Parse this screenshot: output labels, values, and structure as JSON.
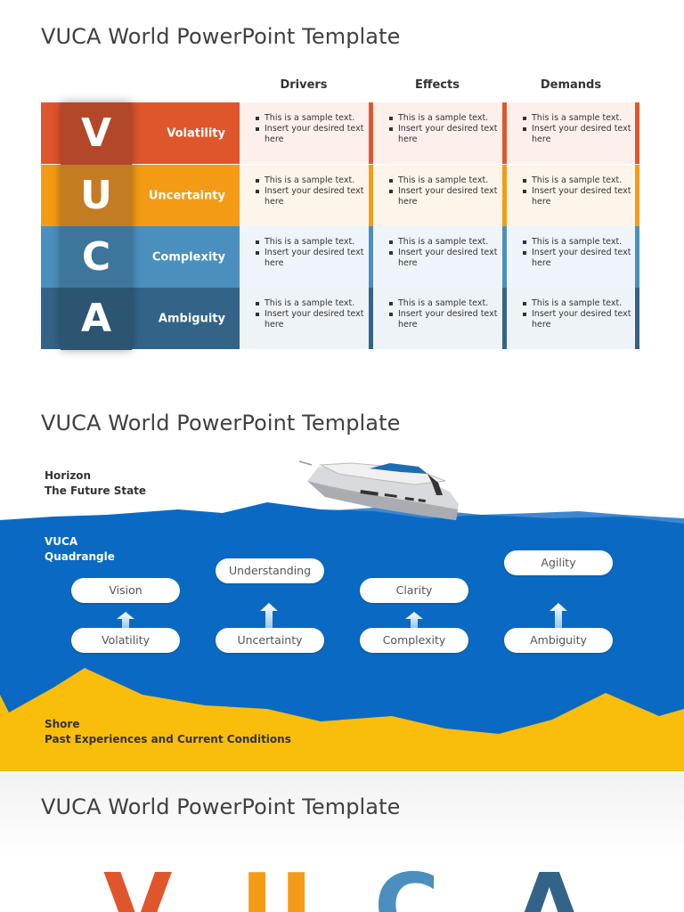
{
  "slide1": {
    "title": "VUCA World PowerPoint Template",
    "columns": [
      "Drivers",
      "Effects",
      "Demands"
    ],
    "rows": [
      {
        "letter": "V",
        "label": "Volatility",
        "color": "#e0562c",
        "tint": "#fdf0ec",
        "letter_bg": "#b3472a"
      },
      {
        "letter": "U",
        "label": "Uncertainty",
        "color": "#f49b16",
        "tint": "#fef5ea",
        "letter_bg": "#c47c23"
      },
      {
        "letter": "C",
        "label": "Complexity",
        "color": "#4a8fbe",
        "tint": "#eef4f9",
        "letter_bg": "#3e759b"
      },
      {
        "letter": "A",
        "label": "Ambiguity",
        "color": "#336487",
        "tint": "#eef3f7",
        "letter_bg": "#2c5572"
      }
    ],
    "bullets": [
      "This is a sample text.",
      "Insert your desired text here"
    ]
  },
  "slide2": {
    "title": "VUCA World PowerPoint Template",
    "horizon_label": "Horizon",
    "horizon_sub": "The Future State",
    "vuca_label": "VUCA",
    "vuca_sub": "Quadrangle",
    "shore_label": "Shore",
    "shore_sub": "Past Experiences and Current Conditions",
    "pairs": [
      {
        "top": "Vision",
        "bottom": "Volatility"
      },
      {
        "top": "Understanding",
        "bottom": "Uncertainty"
      },
      {
        "top": "Clarity",
        "bottom": "Complexity"
      },
      {
        "top": "Agility",
        "bottom": "Ambiguity"
      }
    ],
    "colors": {
      "sea": "#0a6ac3",
      "sand": "#f9bd0c",
      "text_dark": "#333333",
      "text_light": "#ffffff"
    }
  },
  "slide3": {
    "title": "VUCA World PowerPoint Template",
    "letters": [
      {
        "char": "V",
        "color": "#e0562c"
      },
      {
        "char": "U",
        "color": "#f49b16"
      },
      {
        "char": "C",
        "color": "#4a8fbe"
      },
      {
        "char": "A",
        "color": "#336487"
      }
    ]
  }
}
